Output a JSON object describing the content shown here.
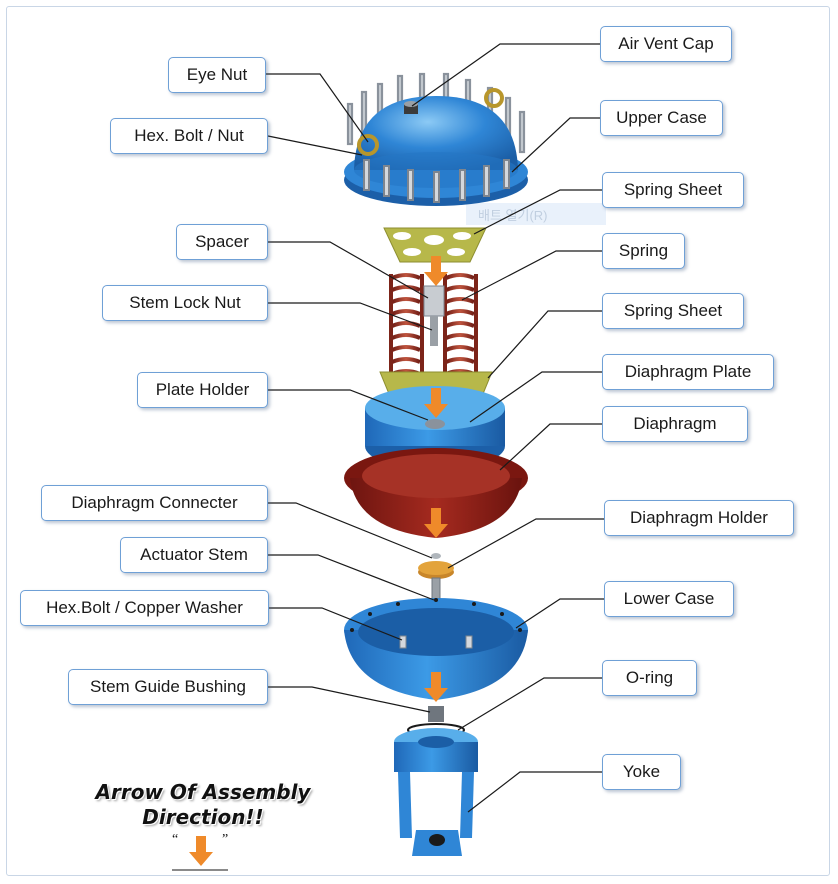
{
  "labels_left": [
    {
      "id": "eye-nut",
      "text": "Eye Nut"
    },
    {
      "id": "hex-bolt-nut",
      "text": "Hex. Bolt / Nut"
    },
    {
      "id": "spacer",
      "text": "Spacer"
    },
    {
      "id": "stem-lock-nut",
      "text": "Stem Lock Nut"
    },
    {
      "id": "plate-holder",
      "text": "Plate Holder"
    },
    {
      "id": "diaphragm-connecter",
      "text": "Diaphragm Connecter"
    },
    {
      "id": "actuator-stem",
      "text": "Actuator Stem"
    },
    {
      "id": "hex-bolt-copper-washer",
      "text": "Hex.Bolt / Copper Washer"
    },
    {
      "id": "stem-guide-bushing",
      "text": "Stem Guide Bushing"
    }
  ],
  "labels_right": [
    {
      "id": "air-vent-cap",
      "text": "Air Vent Cap"
    },
    {
      "id": "upper-case",
      "text": "Upper Case"
    },
    {
      "id": "spring-sheet-upper",
      "text": "Spring Sheet"
    },
    {
      "id": "spring",
      "text": "Spring"
    },
    {
      "id": "spring-sheet-lower",
      "text": "Spring Sheet"
    },
    {
      "id": "diaphragm-plate",
      "text": "Diaphragm Plate"
    },
    {
      "id": "diaphragm",
      "text": "Diaphragm"
    },
    {
      "id": "diaphragm-holder",
      "text": "Diaphragm Holder"
    },
    {
      "id": "lower-case",
      "text": "Lower Case"
    },
    {
      "id": "o-ring",
      "text": "O-ring"
    },
    {
      "id": "yoke",
      "text": "Yoke"
    }
  ],
  "footer": {
    "line1": "Arrow Of Assembly",
    "line2": "Direction!!",
    "quote_open": "“",
    "quote_close": "”"
  },
  "watermark": "배트 열기(R)",
  "colors": {
    "case_blue": "#2f86d6",
    "case_dark": "#1c5fa8",
    "spring_sheet": "#b7b84a",
    "spring": "#9a2b1f",
    "diaphragm": "#8e1c14",
    "arrow": "#ef8a2a",
    "label_border": "#6fa0d6"
  }
}
